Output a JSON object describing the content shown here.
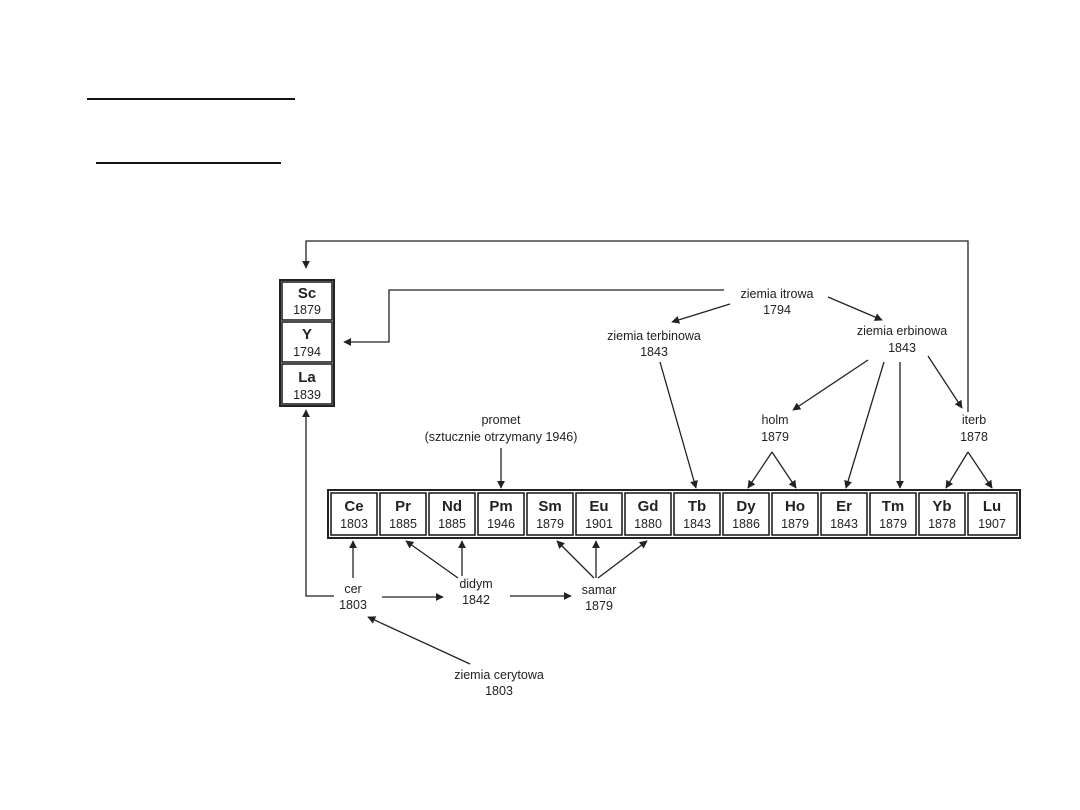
{
  "side_elements": [
    {
      "symbol": "Sc",
      "year": "1879"
    },
    {
      "symbol": "Y",
      "year": "1794"
    },
    {
      "symbol": "La",
      "year": "1839"
    }
  ],
  "row_elements": [
    {
      "symbol": "Ce",
      "year": "1803"
    },
    {
      "symbol": "Pr",
      "year": "1885"
    },
    {
      "symbol": "Nd",
      "year": "1885"
    },
    {
      "symbol": "Pm",
      "year": "1946"
    },
    {
      "symbol": "Sm",
      "year": "1879"
    },
    {
      "symbol": "Eu",
      "year": "1901"
    },
    {
      "symbol": "Gd",
      "year": "1880"
    },
    {
      "symbol": "Tb",
      "year": "1843"
    },
    {
      "symbol": "Dy",
      "year": "1886"
    },
    {
      "symbol": "Ho",
      "year": "1879"
    },
    {
      "symbol": "Er",
      "year": "1843"
    },
    {
      "symbol": "Tm",
      "year": "1879"
    },
    {
      "symbol": "Yb",
      "year": "1878"
    },
    {
      "symbol": "Lu",
      "year": "1907"
    }
  ],
  "labels": {
    "ziemia_itrowa": {
      "name": "ziemia itrowa",
      "year": "1794"
    },
    "ziemia_terbinowa": {
      "name": "ziemia terbinowa",
      "year": "1843"
    },
    "ziemia_erbinowa": {
      "name": "ziemia erbinowa",
      "year": "1843"
    },
    "holm": {
      "name": "holm",
      "year": "1879"
    },
    "iterb": {
      "name": "iterb",
      "year": "1878"
    },
    "promet": {
      "name": "promet",
      "note": "(sztucznie otrzymany 1946)"
    },
    "cer": {
      "name": "cer",
      "year": "1803"
    },
    "didym": {
      "name": "didym",
      "year": "1842"
    },
    "samar": {
      "name": "samar",
      "year": "1879"
    },
    "ziemia_cerytowa": {
      "name": "ziemia cerytowa",
      "year": "1803"
    }
  }
}
